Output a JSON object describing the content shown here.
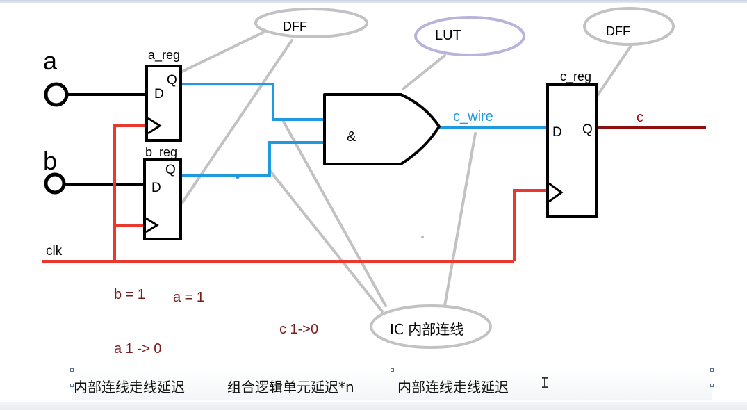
{
  "diagram": {
    "inputs": {
      "a": "a",
      "b": "b"
    },
    "clock": "clk",
    "registers": {
      "a_reg": {
        "name": "a_reg",
        "d": "D",
        "q": "Q"
      },
      "b_reg": {
        "name": "b_reg",
        "d": "D",
        "q": "Q"
      },
      "c_reg": {
        "name": "c_reg",
        "d": "D",
        "q": "Q"
      }
    },
    "gate_symbol": "&",
    "wire_label": "c_wire",
    "output_label": "c",
    "callouts": {
      "dff_left": "DFF",
      "dff_right": "DFF",
      "lut": "LUT",
      "ic": "IC 内部连线"
    },
    "notes": {
      "b_val": "b = 1",
      "a_val": "a = 1",
      "c_change": "c 1->0",
      "a_change": "a  1 -> 0"
    },
    "colors": {
      "clock_wire": "#e8392c",
      "data_wire": "#1f9ae0",
      "output_wire": "#8f1010",
      "callout": "#c2c2c2",
      "lut_callout": "#b9b3dc",
      "note_text": "#7a1c1c"
    }
  },
  "caption": {
    "part1": "内部连线走线延迟",
    "part2": "组合逻辑单元延迟*n",
    "part3": "内部连线走线延迟",
    "cursor_glyph": "I"
  }
}
